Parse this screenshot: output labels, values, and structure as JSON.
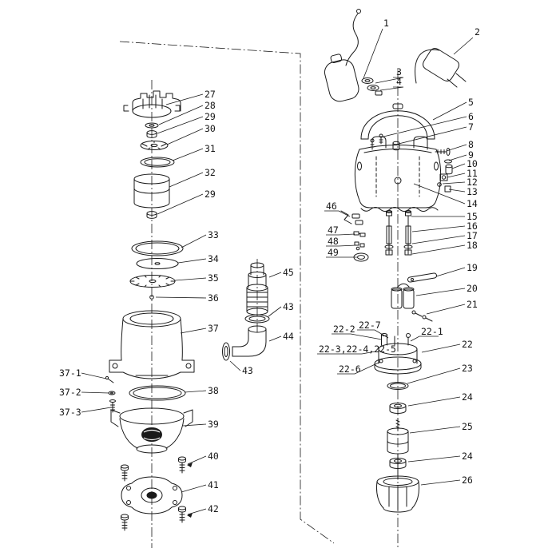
{
  "colors": {
    "background": "#ffffff",
    "ink": "#1a1a1a"
  },
  "labels": {
    "p1": "1",
    "p2": "2",
    "p3": "3",
    "p4": "4",
    "p5": "5",
    "p6": "6",
    "p7": "7",
    "p8": "8",
    "p9": "9",
    "p10": "10",
    "p11": "11",
    "p12": "12",
    "p13": "13",
    "p14": "14",
    "p15": "15",
    "p16": "16",
    "p17": "17",
    "p18": "18",
    "p19": "19",
    "p20": "20",
    "p21": "21",
    "p22": "22",
    "p23": "23",
    "p24": "24",
    "p25": "25",
    "p26": "26",
    "p27": "27",
    "p28": "28",
    "p29": "29",
    "p30": "30",
    "p31": "31",
    "p32": "32",
    "p33": "33",
    "p34": "34",
    "p35": "35",
    "p36": "36",
    "p37": "37",
    "p38": "38",
    "p39": "39",
    "p40": "40",
    "p41": "41",
    "p42": "42",
    "p43": "43",
    "p44": "44",
    "p45": "45",
    "p46": "46",
    "p47": "47",
    "p48": "48",
    "p49": "49",
    "p37_1": "37-1",
    "p37_2": "37-2",
    "p37_3": "37-3",
    "p22_1": "22-1",
    "p22_2": "22-2",
    "p22_345": "22-3,22-4,22-5",
    "p22_6": "22-6",
    "p22_7": "22-7"
  }
}
